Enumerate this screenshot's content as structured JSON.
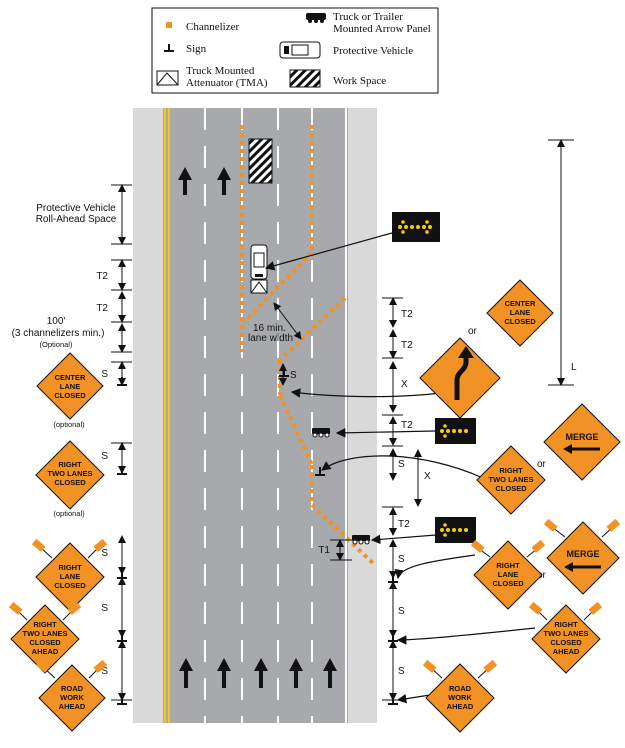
{
  "legend": {
    "channelizer": "Channelizer",
    "sign": "Sign",
    "tma_line1": "Truck Mounted",
    "tma_line2": "Attenuator (TMA)",
    "arrow_panel_line1": "Truck or Trailer",
    "arrow_panel_line2": "Mounted Arrow Panel",
    "protective_vehicle": "Protective Vehicle",
    "work_space": "Work Space"
  },
  "dimensions": {
    "roll_ahead_line1": "Protective Vehicle",
    "roll_ahead_line2": "Roll-Ahead Space",
    "t2": "T2",
    "t1": "T1",
    "s": "S",
    "x": "X",
    "l": "L",
    "hundred_line1": "100'",
    "hundred_line2": "(3 channelizers min.)",
    "hundred_line3": "(Optional)",
    "lane_width_line1": "16 min.",
    "lane_width_line2": "lane width",
    "or": "or",
    "optional": "(optional)"
  },
  "signs": {
    "center_lane_closed": [
      "CENTER",
      "LANE",
      "CLOSED"
    ],
    "right_two_lanes_closed": [
      "RIGHT",
      "TWO LANES",
      "CLOSED"
    ],
    "right_lane_closed": [
      "RIGHT",
      "LANE",
      "CLOSED"
    ],
    "right_two_lanes_closed_ahead": [
      "RIGHT",
      "TWO LANES",
      "CLOSED",
      "AHEAD"
    ],
    "road_work_ahead": [
      "ROAD",
      "WORK",
      "AHEAD"
    ],
    "merge": "MERGE"
  },
  "colors": {
    "sign_orange": "#f39224",
    "channelizer": "#f39224",
    "road": "#a7a9ac",
    "shoulder": "#d9d9d9",
    "yellow_line": "#f5c518",
    "arrow_panel_bg": "#111111",
    "arrow_panel_lights": "#f5d000"
  }
}
